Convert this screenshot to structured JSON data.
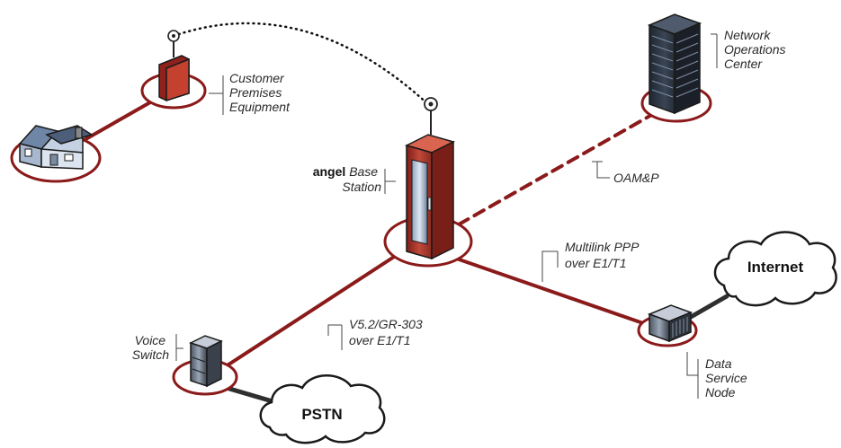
{
  "nodes": {
    "cpe": {
      "lines": [
        "Customer",
        "Premises",
        "Equipment"
      ]
    },
    "noc": {
      "lines": [
        "Network",
        "Operations",
        "Center"
      ]
    },
    "base_station": {
      "brand": "angel",
      "line1": "Base",
      "line2": "Station"
    },
    "voice_switch": {
      "lines": [
        "Voice",
        "Switch"
      ]
    },
    "data_node": {
      "lines": [
        "Data",
        "Service",
        "Node"
      ]
    },
    "internet": {
      "label": "Internet"
    },
    "pstn": {
      "label": "PSTN"
    }
  },
  "links": {
    "oam": {
      "label": "OAM&P"
    },
    "multilink": {
      "lines": [
        "Multilink PPP",
        "over E1/T1"
      ]
    },
    "v52": {
      "lines": [
        "V5.2/GR-303",
        "over E1/T1"
      ]
    }
  },
  "colors": {
    "link": "#8b1a1a",
    "rack": "#b63a2e",
    "building": "#2c3440"
  }
}
